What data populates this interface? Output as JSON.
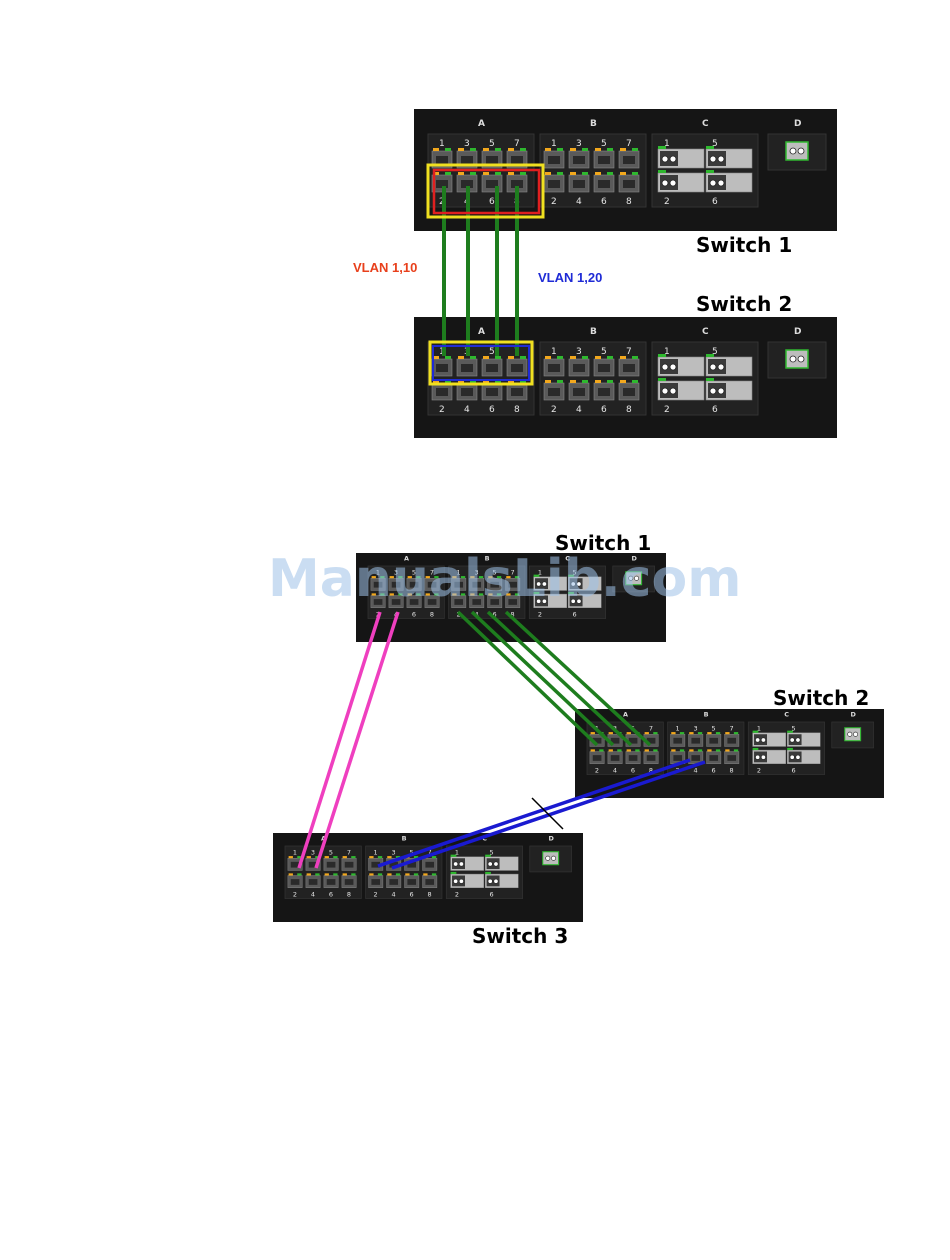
{
  "diagram1": {
    "switch_top_label": "Switch 1",
    "switch_bottom_label": "Switch 2",
    "vlan_left": {
      "text": "VLAN 1,10",
      "color": "#e8401c"
    },
    "vlan_right": {
      "text": "VLAN 1,20",
      "color": "#1f2bd6"
    },
    "trunk_color": "#1e7d1e"
  },
  "diagram2": {
    "switch1_label": "Switch 1",
    "switch2_label": "Switch 2",
    "switch3_label": "Switch 3",
    "pink_color": "#ef3fbf",
    "green_color": "#1e7d1e",
    "blue_color": "#1a1ad0"
  },
  "modules": {
    "letters": [
      "A",
      "B",
      "C",
      "D"
    ],
    "copper_top_ports": [
      "1",
      "3",
      "5",
      "7"
    ],
    "copper_bottom_ports": [
      "2",
      "4",
      "6",
      "8"
    ],
    "sfp_top_ports": [
      "1",
      "5"
    ],
    "sfp_bottom_ports": [
      "2",
      "6"
    ]
  },
  "watermark": "ManualsLib.com",
  "colors": {
    "chassis": "#151515",
    "port_body": "#5a5a5a",
    "led_orange": "#f2a81d",
    "led_green": "#2fb82f",
    "sfp_body": "#bdbdbd",
    "highlight_yellow": "#f0e020",
    "highlight_red": "#e02020",
    "highlight_blue": "#1f2bd6"
  }
}
